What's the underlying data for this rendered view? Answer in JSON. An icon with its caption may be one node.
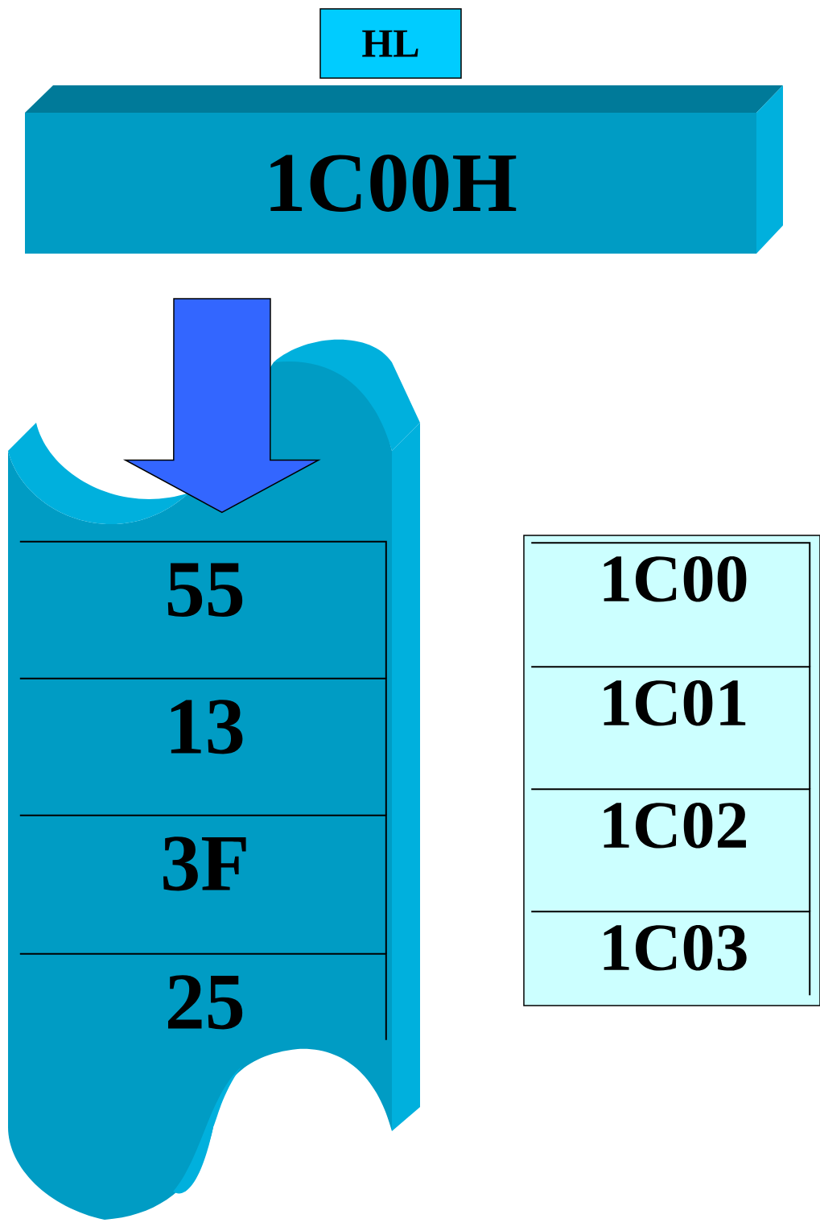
{
  "diagram": {
    "nodes": [
      {
        "text": [
          "HL"
        ]
      },
      {
        "text": [
          "1C00H"
        ]
      },
      {
        "text": [],
        "shape": "box"
      },
      {
        "text": [
          "55"
        ],
        "in": 2
      },
      {
        "text": [
          "13"
        ],
        "in": 2
      },
      {
        "text": [
          "3F"
        ],
        "in": 2
      },
      {
        "text": [
          "25"
        ],
        "in": 2
      },
      {
        "text": [],
        "shape": "box"
      },
      {
        "text": [
          "1C00"
        ],
        "in": 7
      },
      {
        "text": [
          "1C01"
        ],
        "in": 7
      },
      {
        "text": [
          "1C02"
        ],
        "in": 7
      },
      {
        "text": [
          "1C03"
        ],
        "in": 7
      }
    ],
    "edges": [
      {
        "from": null,
        "to": 3,
        "arrow": "to"
      }
    ]
  }
}
